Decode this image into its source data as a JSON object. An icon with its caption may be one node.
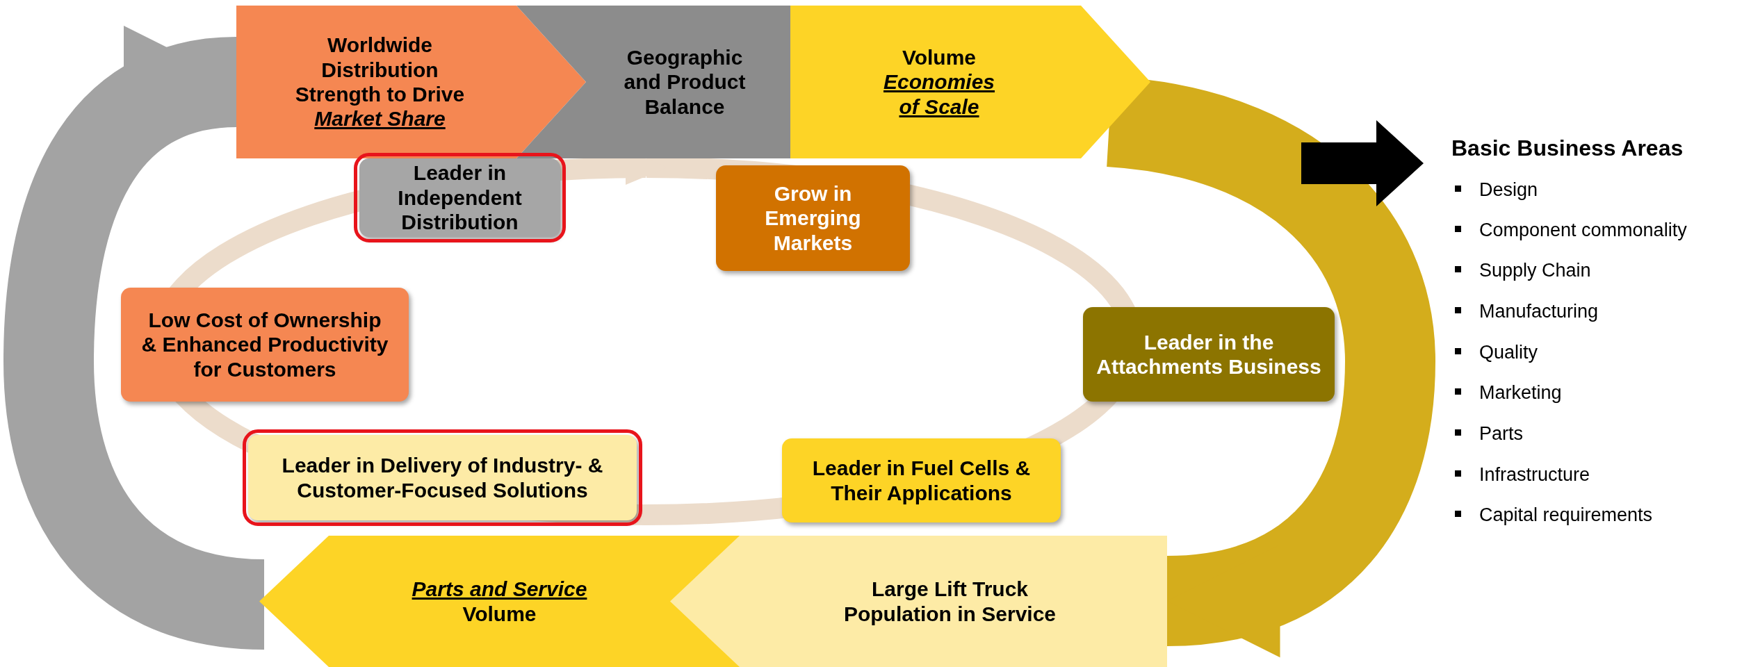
{
  "diagram": {
    "nodes": [
      {
        "text": [
          "Worldwide Distribution Strength to Drive *Market Share*"
        ]
      },
      {
        "text": [
          "Geographic and Product Balance"
        ]
      },
      {
        "text": [
          "Volume *Economies of Scale*"
        ]
      },
      {
        "text": [
          "Large Lift Truck Population in Service"
        ]
      },
      {
        "text": [
          "*Parts and Service* Volume"
        ]
      },
      {
        "text": [
          "Leader in Independent Distribution"
        ]
      },
      {
        "text": [
          "Grow in Emerging Markets"
        ]
      },
      {
        "text": [
          "Low Cost of Ownership & Enhanced Productivity for Customers"
        ]
      },
      {
        "text": [
          "Leader in the Attachments Business"
        ]
      },
      {
        "text": [
          "Leader in Delivery of Industry- & Customer-Focused Solutions"
        ]
      },
      {
        "text": [
          "Leader in Fuel Cells & Their Applications"
        ]
      }
    ],
    "edges": [
      {
        "from": 2,
        "to": 3,
        "arrow": "to",
        "color": "#d4ad1c"
      },
      {
        "from": 4,
        "to": 0,
        "arrow": "to",
        "color": "#a3a3a3"
      }
    ],
    "labels": [
      "Basic Business Areas",
      "Design",
      "Component commonality",
      "Supply Chain",
      "Manufacturing",
      "Quality",
      "Marketing",
      "Parts",
      "Infrastructure",
      "Capital requirements"
    ]
  }
}
